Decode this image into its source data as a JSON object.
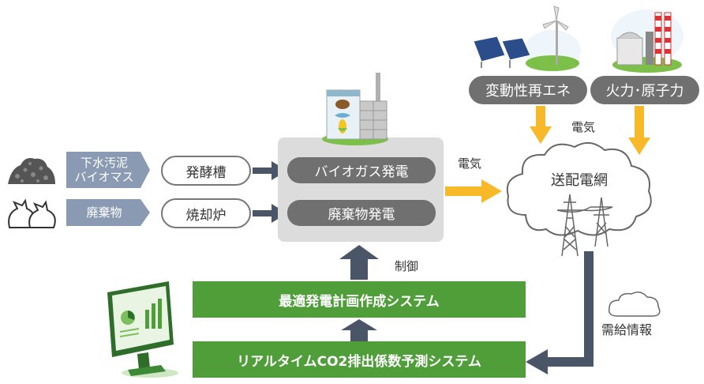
{
  "inputs": {
    "sewage_tag": "下水汚泥\nバイオマス",
    "waste_tag": "廃棄物",
    "fermenter": "発酵槽",
    "incinerator": "焼却炉"
  },
  "plant": {
    "biogas": "バイオガス発電",
    "waste_power": "廃棄物発電"
  },
  "labels": {
    "electricity_left": "電気",
    "electricity_right": "電気",
    "control": "制御",
    "supply_info": "需給情報"
  },
  "sources": {
    "variable_renewables": "変動性再エネ",
    "thermal_nuclear": "火力･原子力"
  },
  "grid": {
    "label": "送配電網"
  },
  "systems": {
    "optimal_plan": "最適発電計画作成システム",
    "realtime_co2": "リアルタイムCO2排出係数予測システム"
  },
  "colors": {
    "tag": "#8a9ab3",
    "green": "#4f9e39",
    "dark_pill": "#707070",
    "arrow_navy": "#4a5568",
    "arrow_yellow": "#f7b928",
    "panel": "#dcdcdc"
  }
}
